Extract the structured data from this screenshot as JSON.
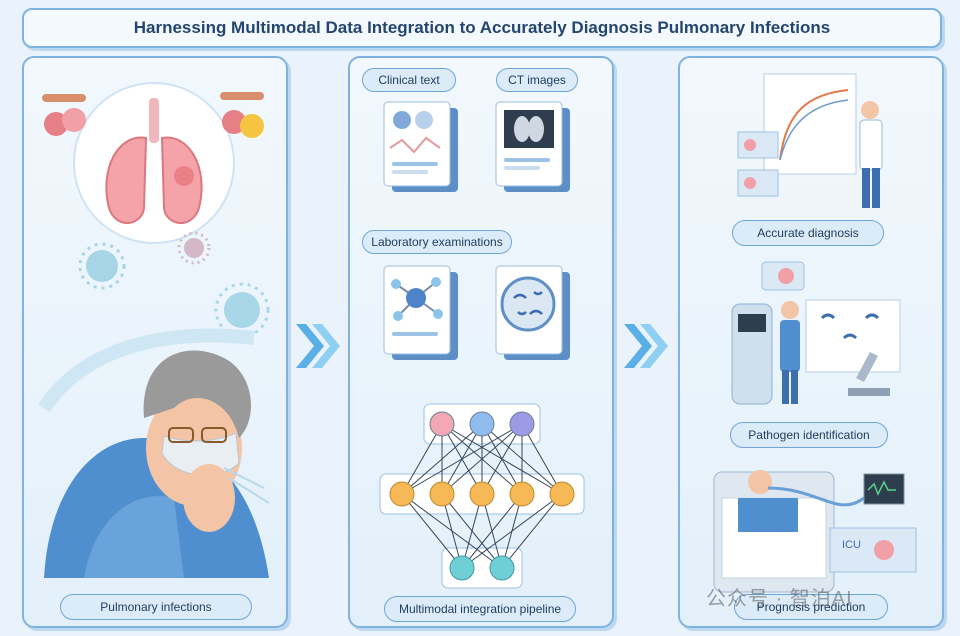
{
  "title": "Harnessing Multimodal Data Integration to Accurately Diagnosis Pulmonary Infections",
  "panel1": {
    "label": "Pulmonary infections"
  },
  "panel2": {
    "clinical_text": "Clinical text",
    "ct_images": "CT images",
    "lab": "Laboratory examinations",
    "pipeline": "Multimodal integration pipeline"
  },
  "panel3": {
    "accurate": "Accurate diagnosis",
    "pathogen": "Pathogen identification",
    "prognosis": "Prognosis prediction",
    "icu": "ICU"
  },
  "network": {
    "input_colors": [
      "#f3a9b4",
      "#8fbdf0",
      "#9d9be6"
    ],
    "hidden_color": "#f7b955",
    "output_color": "#6fcfd6"
  },
  "watermark": "公众号 · 智泊AI"
}
